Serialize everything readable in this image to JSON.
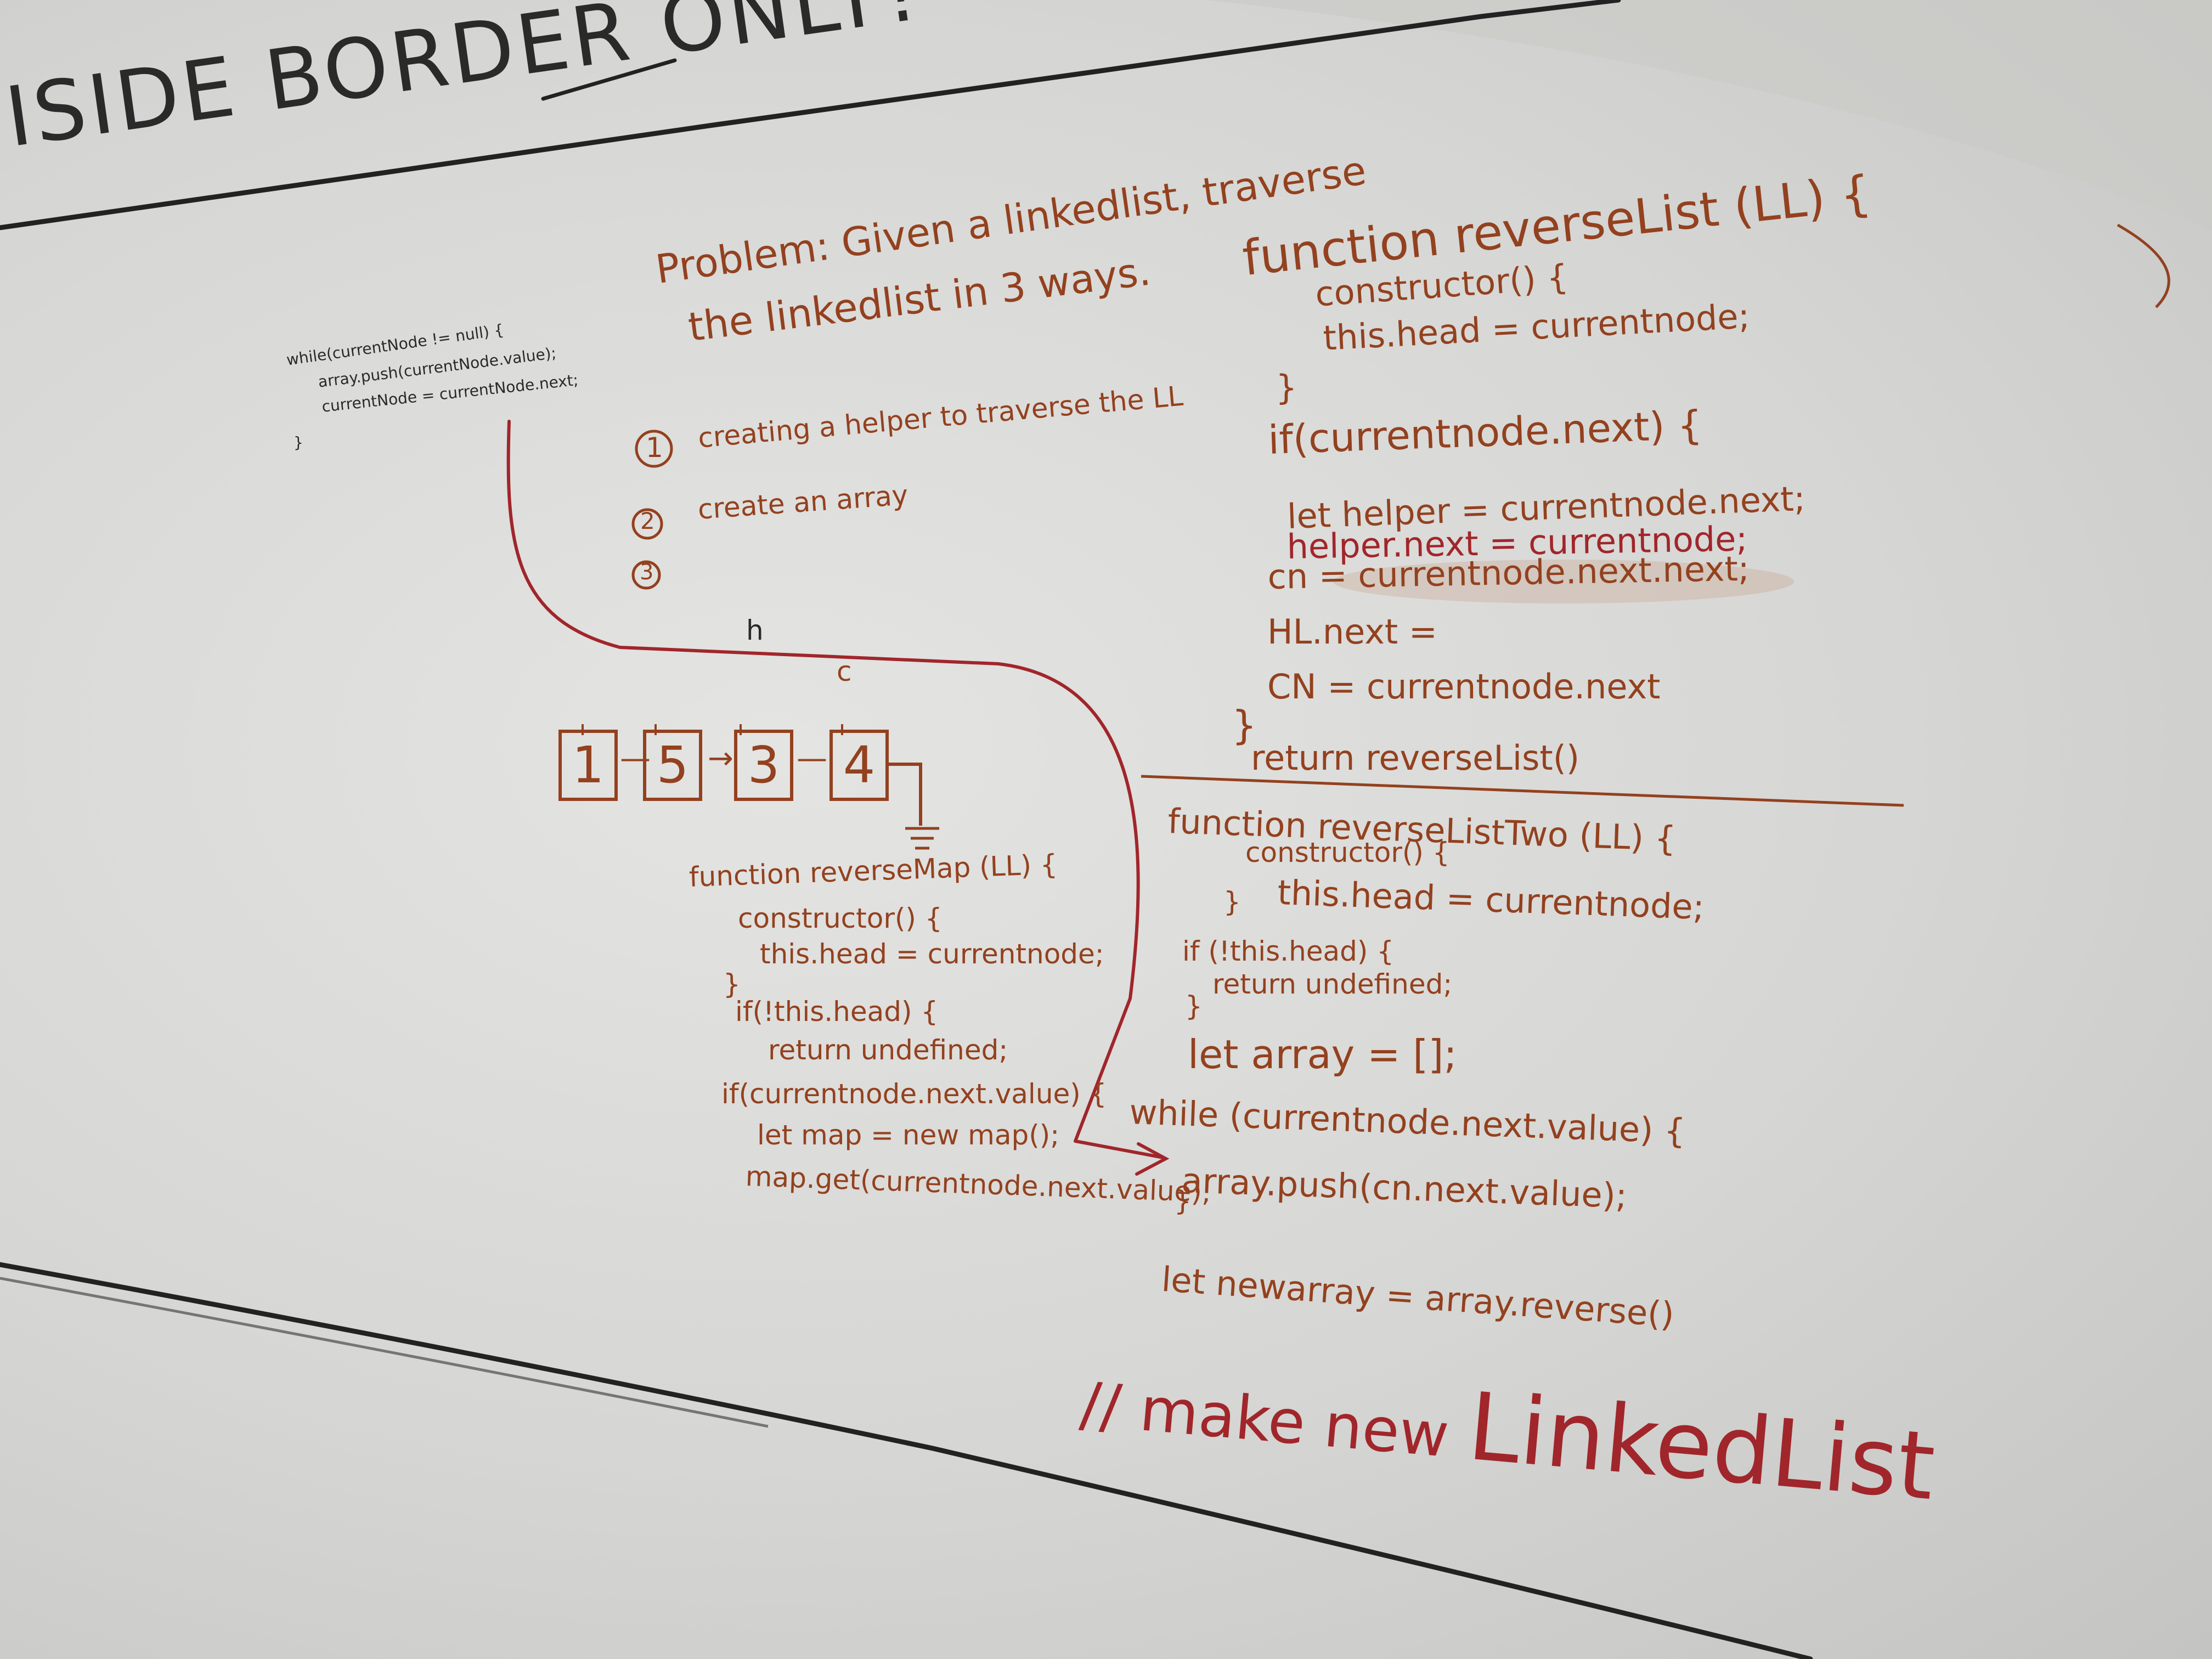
{
  "whiteboard": {
    "header": {
      "prefix": "ISIDE BORDER ",
      "emphasis": "ONLY!"
    },
    "top_left_code": [
      "while(currentNode != null) {",
      "array.push(currentNode.value);",
      "currentNode = currentNode.next;",
      "}"
    ],
    "problem": {
      "line1": "Problem: Given a linkedlist, traverse",
      "line2": "the linkedlist in 3 ways.",
      "items": [
        {
          "num": "1",
          "text": "creating a helper to traverse the LL"
        },
        {
          "num": "2",
          "text": "create an array"
        },
        {
          "num": "3",
          "text": ""
        }
      ]
    },
    "marks": {
      "h": "h",
      "c": "c"
    },
    "linked_list": {
      "nodes": [
        "1",
        "5",
        "3",
        "4"
      ]
    },
    "reverse_list": [
      "function reverseList (LL) {",
      "constructor() {",
      "this.head = currentnode;",
      "}",
      "if(currentnode.next) {",
      "let helper = currentnode.next;",
      "helper.next = currentnode;",
      "cn = currentnode.next.next;",
      "HL.next =",
      "CN = currentnode.next",
      "}",
      "return reverseList()"
    ],
    "reverse_map": [
      "function reverseMap (LL) {",
      "constructor() {",
      "this.head = currentnode;",
      "}",
      "if(!this.head) {",
      "return undefined;",
      "if(currentnode.next.value) {",
      "let map = new map();",
      "map.get(currentnode.next.value);"
    ],
    "reverse_list_two": [
      "function reverseListTwo (LL) {",
      "constructor() {",
      "this.head = currentnode;",
      "}",
      "if (!this.head) {",
      "return undefined;",
      "}",
      "let array = [];",
      "while (currentnode.next.value) {",
      "array.push(cn.next.value);",
      "}",
      "let newarray = array.reverse()"
    ],
    "note": {
      "prefix": "// make new ",
      "emphasis": "LinkedList"
    }
  },
  "colors": {
    "board": "#d8d8d6",
    "marker_brown": "#93411f",
    "marker_red": "#a0262b",
    "marker_black": "#222222"
  }
}
